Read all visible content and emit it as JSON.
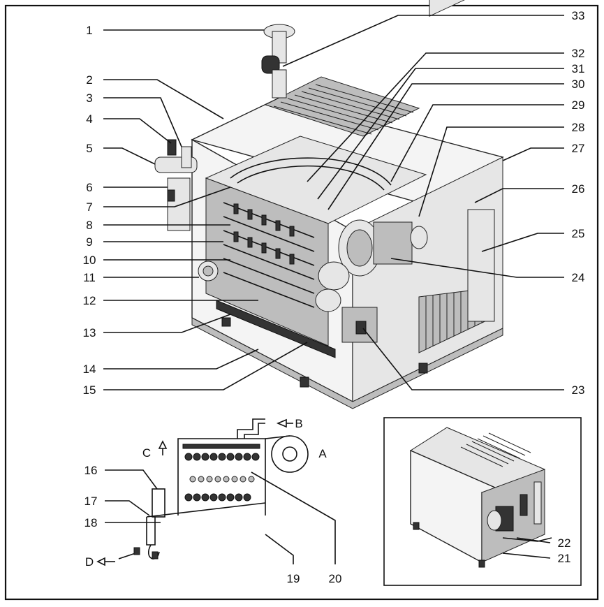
{
  "main_view": {
    "callouts_left": [
      "1",
      "2",
      "3",
      "4",
      "5",
      "6",
      "7",
      "8",
      "9",
      "10",
      "11",
      "12",
      "13",
      "14",
      "15"
    ],
    "callouts_right": [
      "33",
      "32",
      "31",
      "30",
      "29",
      "28",
      "27",
      "26",
      "25",
      "24",
      "23"
    ]
  },
  "schematic": {
    "callouts": [
      "16",
      "17",
      "18",
      "19",
      "20"
    ],
    "flow_labels": {
      "a": "A",
      "b": "B",
      "c": "C",
      "d": "D"
    }
  },
  "inset": {
    "callouts": [
      "22",
      "21"
    ]
  }
}
